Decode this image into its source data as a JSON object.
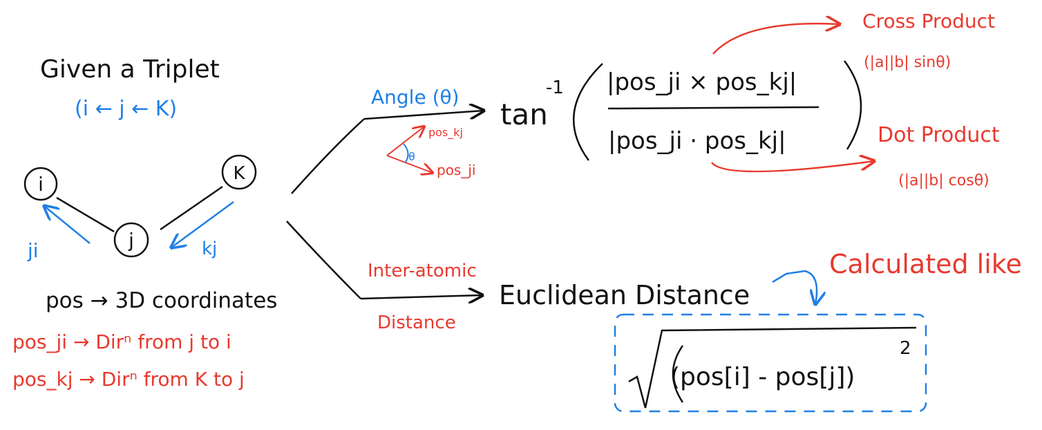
{
  "colors": {
    "black": "#111111",
    "red": "#e8392e",
    "blue": "#1f7fe6"
  },
  "triplet": {
    "title": "Given a Triplet",
    "order": "(i ← j ← K)",
    "node_i": "i",
    "node_j": "j",
    "node_k": "K",
    "arrow_ji": "ji",
    "arrow_kj": "kj"
  },
  "definitions": {
    "pos": "pos → 3D coordinates",
    "pos_ji": "pos_ji → Dirⁿ from j to i",
    "pos_kj": "pos_kj → Dirⁿ from K to j"
  },
  "angle": {
    "label": "Angle (θ)",
    "vec_kj": "pos_kj",
    "vec_ji": "pos_ji",
    "theta": "θ",
    "tan": "tan",
    "inverse": "-1",
    "numerator": "|pos_ji × pos_kj|",
    "denominator": "|pos_ji · pos_kj|",
    "cross_title": "Cross Product",
    "cross_formula": "(|a||b| sinθ)",
    "dot_title": "Dot Product",
    "dot_formula": "(|a||b| cosθ)"
  },
  "distance": {
    "label_line1": "Inter-atomic",
    "label_line2": "Distance",
    "title": "Euclidean Distance",
    "note": "Calculated like",
    "formula": "(pos[i] - pos[j])",
    "exponent": "2"
  }
}
